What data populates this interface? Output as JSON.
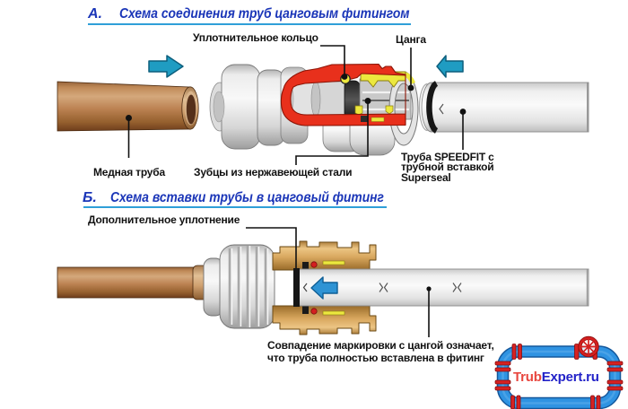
{
  "sections": {
    "a": {
      "index_label": "А.",
      "title": "Схема соединения труб цанговым фитингом",
      "labels": {
        "oring": "Уплотнительное кольцо",
        "collet": "Цанга",
        "copper_pipe": "Медная труба",
        "teeth": "Зубцы из нержавеющей стали",
        "speedfit_line1": "Труба SPEEDFIT с",
        "speedfit_line2": "трубной вставкой",
        "speedfit_line3": "Superseal"
      }
    },
    "b": {
      "index_label": "Б.",
      "title": "Схема вставки трубы в цанговый фитинг",
      "labels": {
        "extra_seal": "Дополнительное уплотнение",
        "mark_line1": "Совпадение маркировки с цангой означает,",
        "mark_line2": "что труба полностью вставлена в фитинг"
      }
    }
  },
  "logo": {
    "text_red": "Trub",
    "text_blue": "Expert.ru"
  },
  "colors": {
    "title_blue": "#1b36b8",
    "underline_blue": "#2f9fd8",
    "copper": "#b5804e",
    "arrow_teal": "#1f9cc2",
    "arrow_blue": "#2e93d4",
    "cutaway_red": "#e8301c",
    "collet_yellow": "#ece83e",
    "brass": "#d9a85f",
    "logo_pipe_blue": "#2f93e2",
    "logo_red": "#d62222"
  }
}
